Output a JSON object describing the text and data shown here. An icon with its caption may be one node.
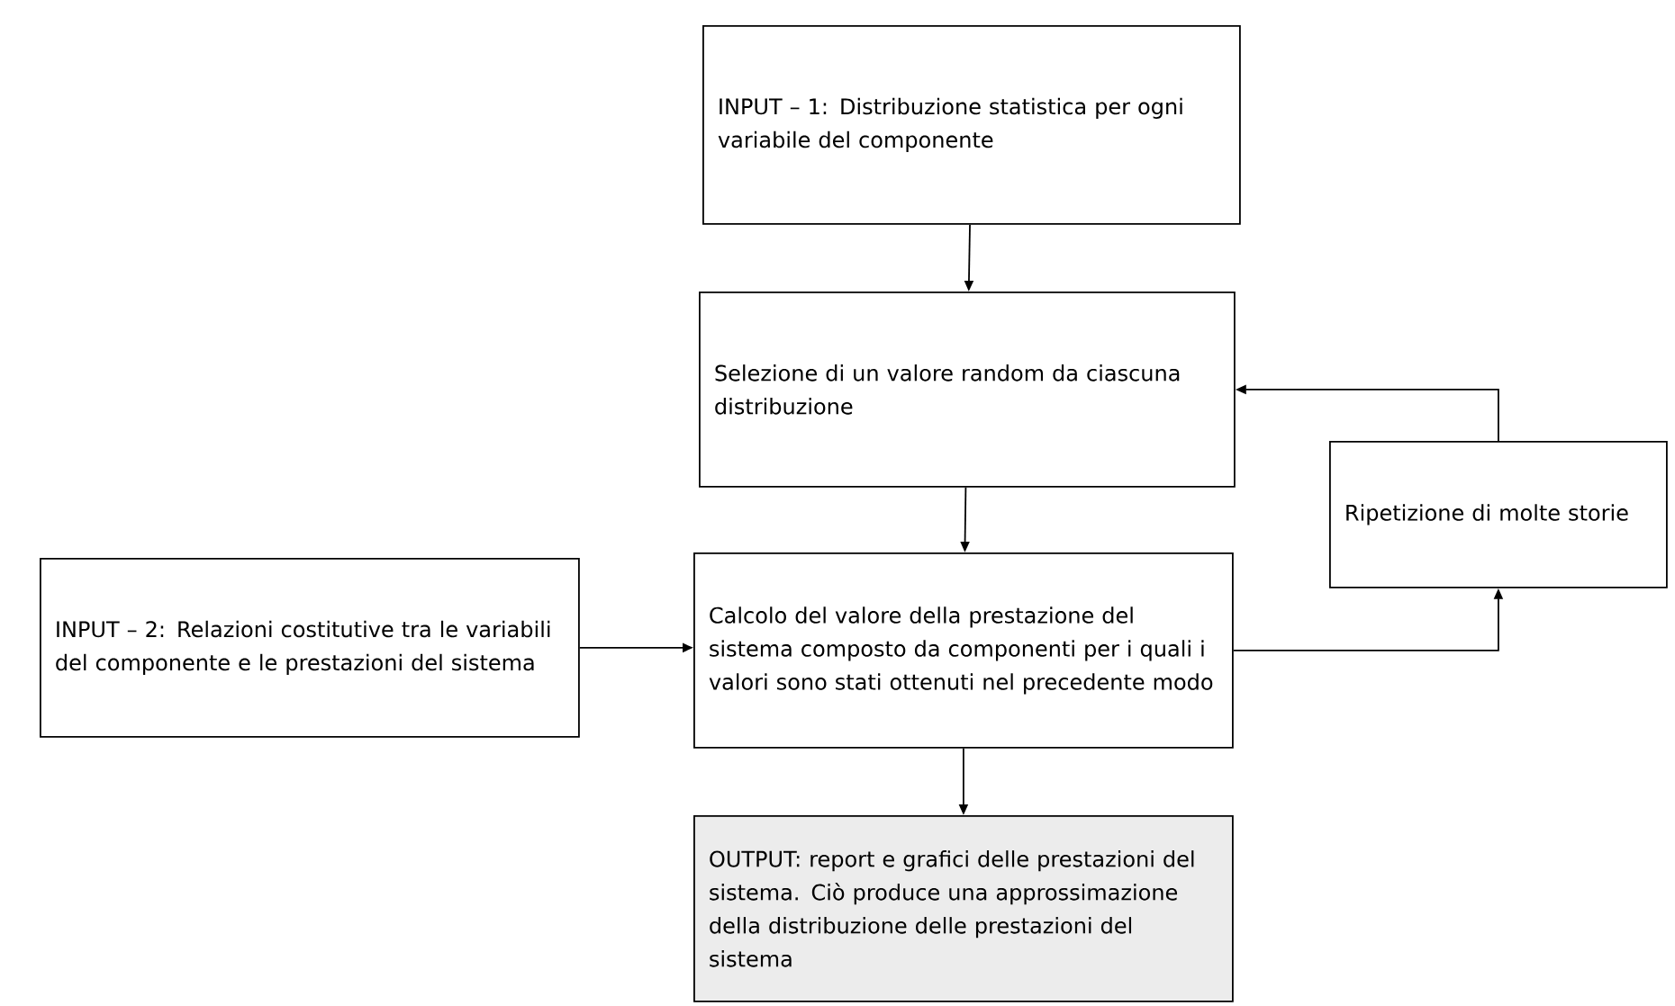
{
  "diagram": {
    "nodes": [
      {
        "text": [
          "INPUT – 1: Distribuzione statistica per ogni variabile del componente"
        ]
      },
      {
        "text": [
          "Selezione di un valore random da ciascuna distribuzione"
        ]
      },
      {
        "text": [
          "Ripetizione di molte storie"
        ]
      },
      {
        "text": [
          "INPUT – 2: Relazioni costitutive tra le variabili del componente e le prestazioni del sistema"
        ]
      },
      {
        "text": [
          "Calcolo del valore della prestazione del sistema composto da componenti per i quali i valori sono stati ottenuti nel precedente modo"
        ]
      },
      {
        "text": [
          "OUTPUT: report e grafici delle prestazioni del sistema. Ciò produce una approssimazione della distribuzione delle prestazioni del sistema"
        ]
      }
    ],
    "edges": [
      {
        "from": 0,
        "to": 1,
        "arrow": "to"
      },
      {
        "from": 1,
        "to": 4,
        "arrow": "to"
      },
      {
        "from": 3,
        "to": 4,
        "arrow": "to"
      },
      {
        "from": 4,
        "to": 2,
        "arrow": "to"
      },
      {
        "from": 2,
        "to": 1,
        "arrow": "to"
      },
      {
        "from": 4,
        "to": 5,
        "arrow": "to"
      }
    ]
  }
}
